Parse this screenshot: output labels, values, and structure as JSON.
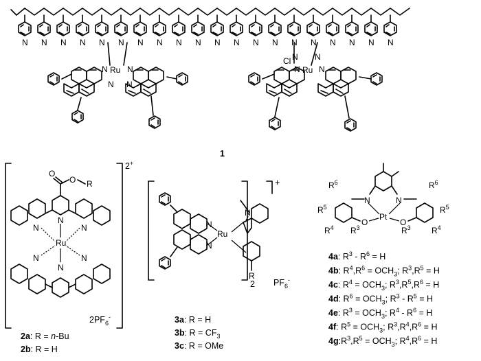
{
  "polymer": {
    "compound_number": "1",
    "metal": "Ru",
    "chloride": "Cl",
    "nitrogen": "N"
  },
  "complex2": {
    "charge": "2",
    "charge_sign": "+",
    "ester_o1": "O",
    "ester_o2": "O",
    "ester_r": "R",
    "metal": "Ru",
    "nitrogen": "N",
    "counterion_count": "2PF",
    "counterion_sub": "6",
    "counterion_charge": "-",
    "entries": [
      {
        "id": "2a",
        "text": ": R = ",
        "value": "n",
        "value_rest": "-Bu"
      },
      {
        "id": "2b",
        "text": ": R = H",
        "value": "",
        "value_rest": ""
      }
    ]
  },
  "complex3": {
    "metal": "Ru",
    "nitrogen": "N",
    "subscript": "2",
    "charge_sign": "+",
    "r_group": "R",
    "counterion": "PF",
    "counterion_sub": "6",
    "counterion_charge": "-",
    "entries": [
      {
        "id": "3a",
        "text": ": R = H"
      },
      {
        "id": "3b",
        "text": ": R = CF",
        "sub": "3"
      },
      {
        "id": "3c",
        "text": ": R = OMe"
      }
    ]
  },
  "complex4": {
    "metal": "Pt",
    "nitrogen": "N",
    "oxygen": "O",
    "r_labels": [
      "R",
      "R",
      "R",
      "R",
      "R",
      "R",
      "R",
      "R"
    ],
    "r_sups": [
      "6",
      "5",
      "4",
      "3",
      "6",
      "5",
      "4",
      "3"
    ],
    "entries": [
      {
        "id": "4a",
        "parts": [
          ": R",
          "3",
          " - R",
          "6",
          " = H"
        ]
      },
      {
        "id": "4b",
        "parts": [
          ": R",
          "4",
          ",R",
          "6",
          " = OCH",
          "3",
          "; R",
          "3",
          ",R",
          "5",
          " = H"
        ]
      },
      {
        "id": "4c",
        "parts": [
          ": R",
          "4",
          " = OCH",
          "3",
          "; R",
          "3",
          ",R",
          "5",
          ",R",
          "6",
          " = H"
        ]
      },
      {
        "id": "4d",
        "parts": [
          ": R",
          "6",
          " = OCH",
          "3",
          "; R",
          "3",
          " - R",
          "5",
          " = H"
        ]
      },
      {
        "id": "4e",
        "parts": [
          ": R",
          "3",
          " = OCH",
          "3",
          "; R",
          "4",
          " - R",
          "6",
          " = H"
        ]
      },
      {
        "id": "4f",
        "parts": [
          ": R",
          "5",
          " = OCH",
          "3",
          "; R",
          "3",
          ",R",
          "4",
          ",R",
          "6",
          " = H"
        ]
      },
      {
        "id": "4g",
        "parts": [
          ":R",
          "3",
          ",R",
          "5",
          " = OCH",
          "3",
          "; R",
          "4",
          ",R",
          "6",
          " = H"
        ]
      }
    ]
  }
}
